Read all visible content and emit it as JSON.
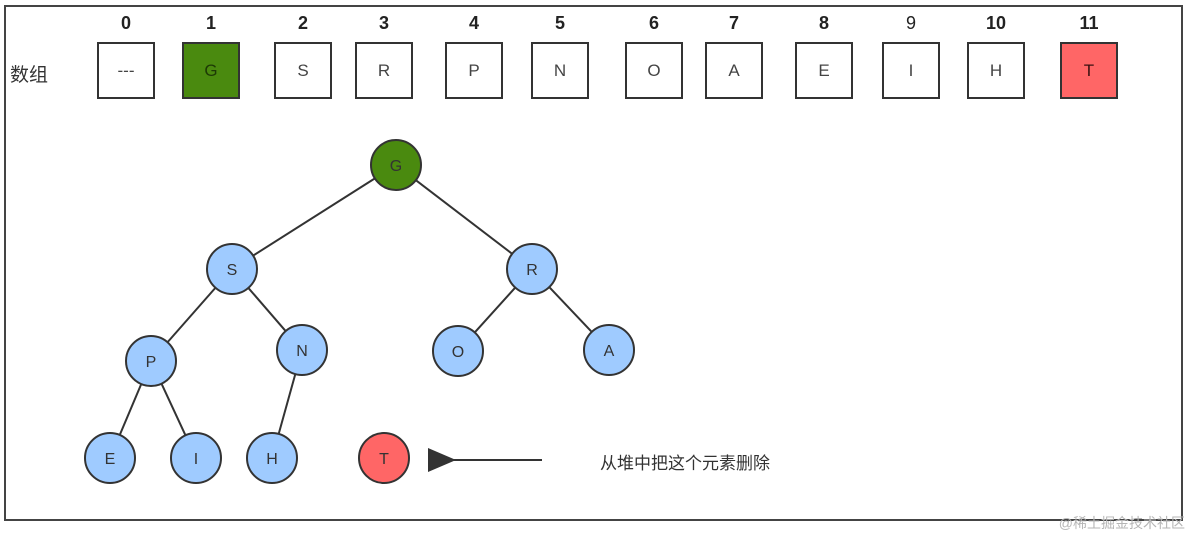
{
  "array_label": "数组",
  "array": [
    {
      "index": "0",
      "value": "---",
      "bold": true,
      "state": "empty"
    },
    {
      "index": "1",
      "value": "G",
      "bold": true,
      "state": "root"
    },
    {
      "index": "2",
      "value": "S",
      "bold": true,
      "state": "normal"
    },
    {
      "index": "3",
      "value": "R",
      "bold": true,
      "state": "normal"
    },
    {
      "index": "4",
      "value": "P",
      "bold": true,
      "state": "normal"
    },
    {
      "index": "5",
      "value": "N",
      "bold": true,
      "state": "normal"
    },
    {
      "index": "6",
      "value": "O",
      "bold": true,
      "state": "normal"
    },
    {
      "index": "7",
      "value": "A",
      "bold": true,
      "state": "normal"
    },
    {
      "index": "8",
      "value": "E",
      "bold": true,
      "state": "normal"
    },
    {
      "index": "9",
      "value": "I",
      "bold": false,
      "state": "normal"
    },
    {
      "index": "10",
      "value": "H",
      "bold": true,
      "state": "normal"
    },
    {
      "index": "11",
      "value": "T",
      "bold": true,
      "state": "removed"
    }
  ],
  "tree": {
    "nodes": [
      {
        "id": "G",
        "label": "G",
        "state": "root"
      },
      {
        "id": "S",
        "label": "S",
        "state": "normal"
      },
      {
        "id": "R",
        "label": "R",
        "state": "normal"
      },
      {
        "id": "P",
        "label": "P",
        "state": "normal"
      },
      {
        "id": "N",
        "label": "N",
        "state": "normal"
      },
      {
        "id": "O",
        "label": "O",
        "state": "normal"
      },
      {
        "id": "A",
        "label": "A",
        "state": "normal"
      },
      {
        "id": "E",
        "label": "E",
        "state": "normal"
      },
      {
        "id": "I",
        "label": "I",
        "state": "normal"
      },
      {
        "id": "H",
        "label": "H",
        "state": "normal"
      },
      {
        "id": "T",
        "label": "T",
        "state": "removed"
      }
    ],
    "edges": [
      [
        "G",
        "S"
      ],
      [
        "G",
        "R"
      ],
      [
        "S",
        "P"
      ],
      [
        "S",
        "N"
      ],
      [
        "R",
        "O"
      ],
      [
        "R",
        "A"
      ],
      [
        "P",
        "E"
      ],
      [
        "P",
        "I"
      ],
      [
        "N",
        "H"
      ]
    ]
  },
  "caption": "从堆中把这个元素删除",
  "watermark": "@稀土掘金技术社区",
  "colors": {
    "root": "#4a8a0f",
    "removed": "#ff6666",
    "normal": "#9fcbff",
    "stroke": "#333333"
  }
}
